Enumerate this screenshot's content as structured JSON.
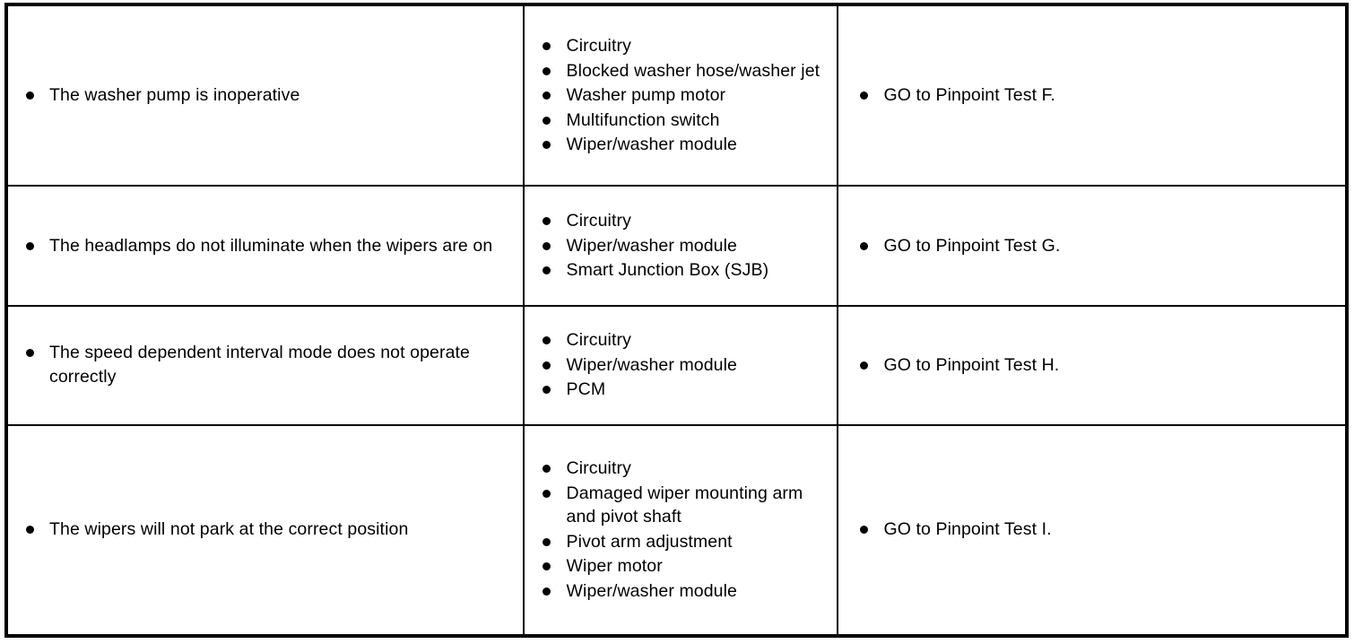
{
  "document": {
    "kind": "symptom-chart-table",
    "columns": 3,
    "row_count": 4,
    "bullet_glyph": "●",
    "text_color": "#000000",
    "background_color": "#ffffff",
    "border_color": "#000000"
  },
  "rows": [
    {
      "symptom": "The washer pump is inoperative",
      "possible_sources": [
        "Circuitry",
        "Blocked washer hose/washer jet",
        "Washer pump motor",
        "Multifunction switch",
        "Wiper/washer module"
      ],
      "action": "GO to Pinpoint Test F."
    },
    {
      "symptom": "The headlamps do not illuminate when the wipers are on",
      "possible_sources": [
        "Circuitry",
        "Wiper/washer module",
        "Smart Junction Box (SJB)"
      ],
      "action": "GO to Pinpoint Test G."
    },
    {
      "symptom": "The speed dependent interval mode does not operate correctly",
      "possible_sources": [
        "Circuitry",
        "Wiper/washer module",
        "PCM"
      ],
      "action": "GO to Pinpoint Test H."
    },
    {
      "symptom": "The wipers will not park at the correct position",
      "possible_sources": [
        "Circuitry",
        "Damaged wiper mounting arm and pivot shaft",
        "Pivot arm adjustment",
        "Wiper motor",
        "Wiper/washer module"
      ],
      "action": "GO to Pinpoint Test I."
    }
  ]
}
